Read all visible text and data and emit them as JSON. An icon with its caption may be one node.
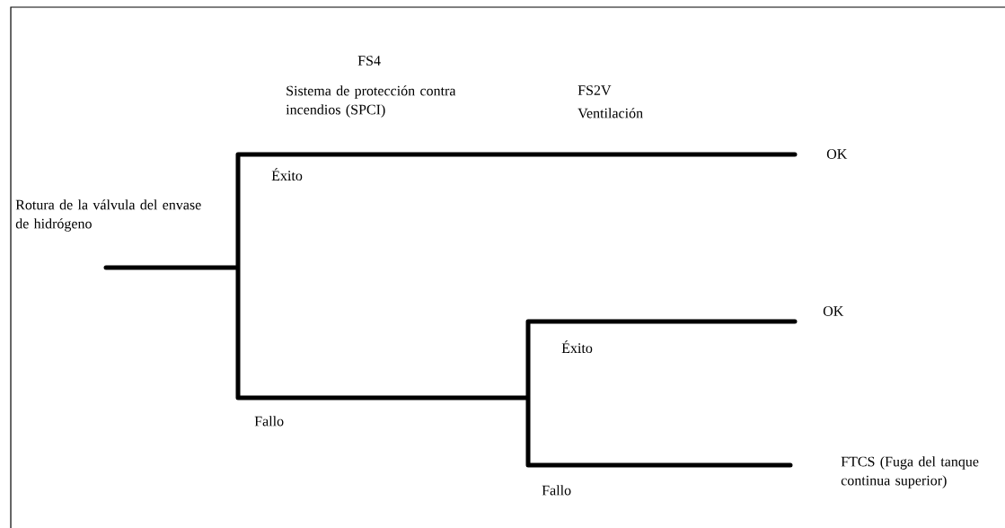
{
  "diagram": {
    "labels": [
      "FS4",
      "Sistema de protección contra incendios (SPCI)",
      "FS2V",
      "Ventilación",
      "OK",
      "Éxito",
      "Rotura de la válvula del envase de hidrógeno",
      "OK",
      "Éxito",
      "Fallo",
      "FTCS (Fuga del tanque continua superior)",
      "Fallo"
    ]
  }
}
